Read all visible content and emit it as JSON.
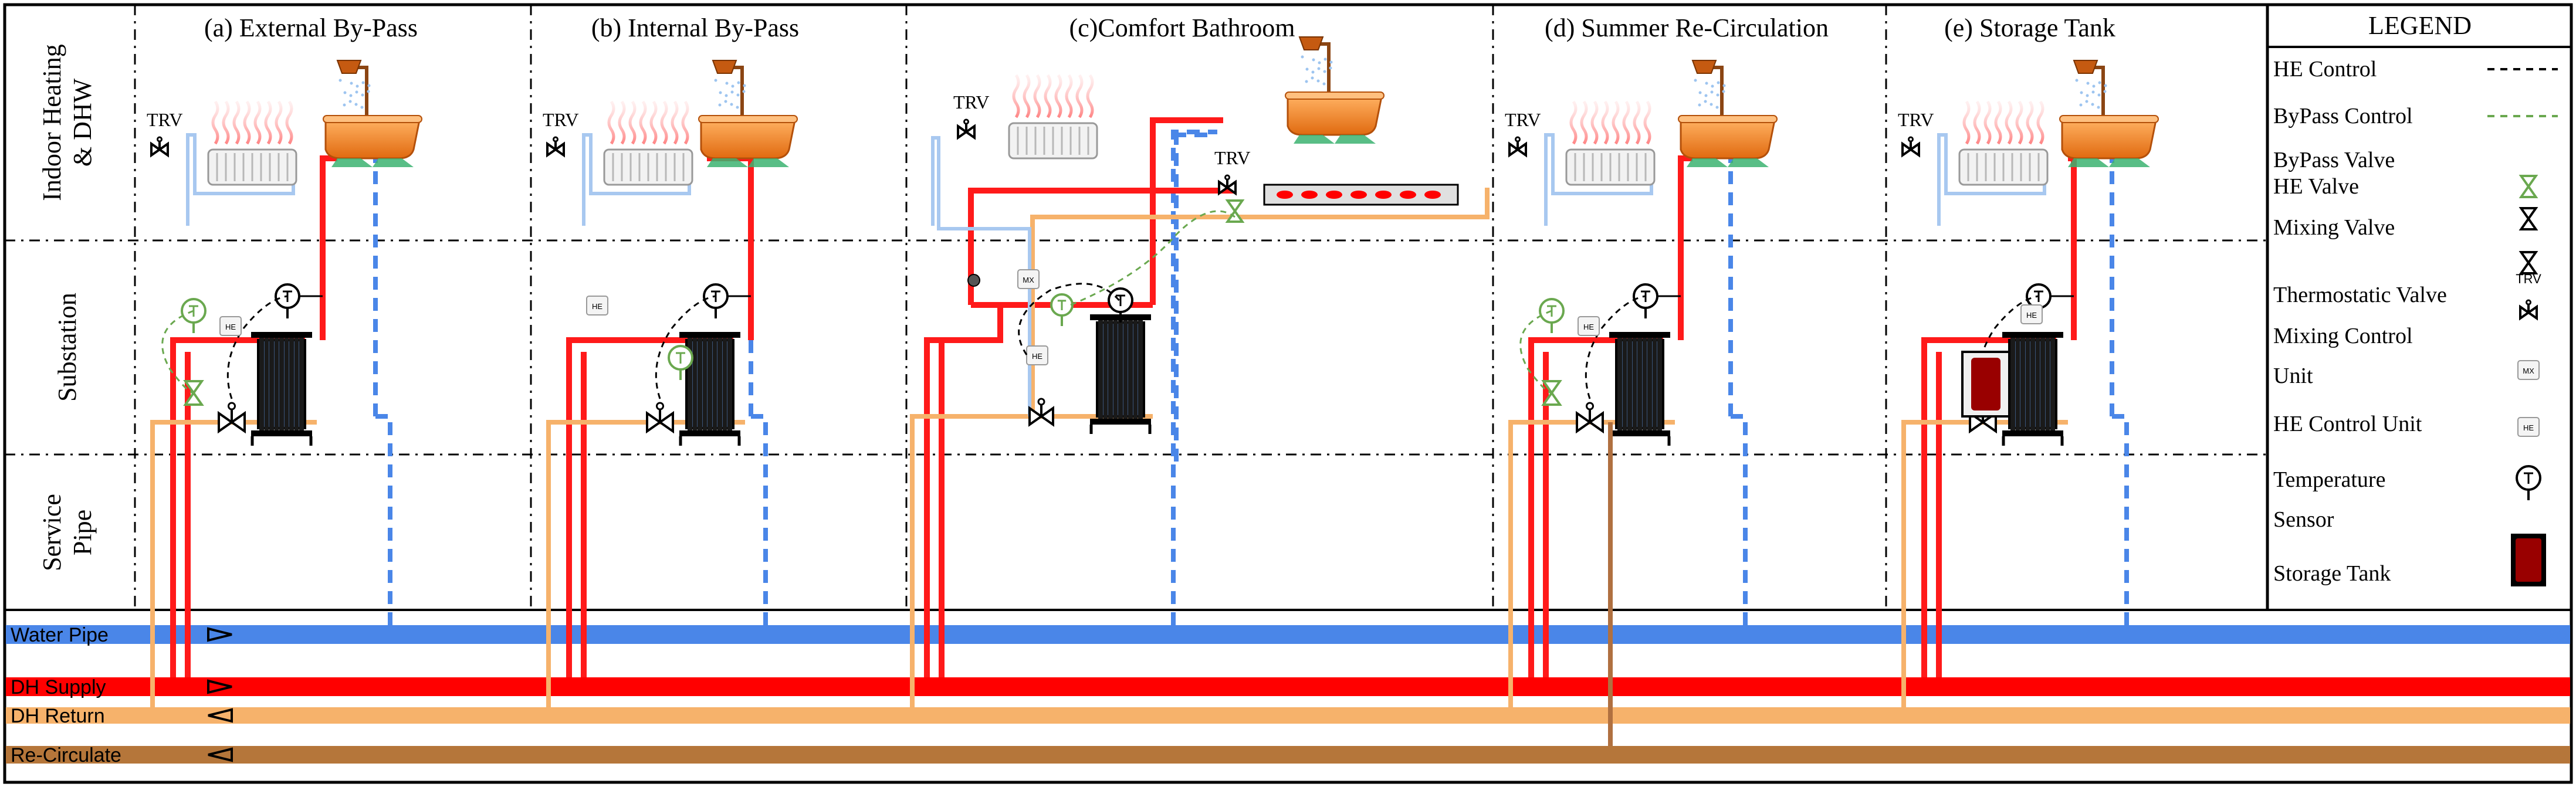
{
  "row_labels": [
    [
      "Indoor Heating",
      "& DHW"
    ],
    [
      "Substation"
    ],
    [
      "Service",
      "Pipe"
    ]
  ],
  "columns": [
    {
      "title": "(a) External By-Pass",
      "trv": "TRV",
      "variant": "external-bypass"
    },
    {
      "title": "(b) Internal By-Pass",
      "trv": "TRV",
      "variant": "internal-bypass"
    },
    {
      "title": "(c)Comfort Bathroom",
      "trv": "TRV",
      "variant": "comfort-bathroom",
      "trv2": "TRV"
    },
    {
      "title": "(d) Summer Re-Circulation",
      "trv": "TRV",
      "variant": "summer-recirculation"
    },
    {
      "title": "(e) Storage Tank",
      "trv": "TRV",
      "variant": "storage-tank"
    }
  ],
  "legend": {
    "title": "LEGEND",
    "items": [
      {
        "label": "HE Control",
        "symbol": "he-control-line"
      },
      {
        "label": "ByPass Control",
        "symbol": "bypass-control-line"
      },
      {
        "label": "ByPass Valve",
        "symbol": "bypass-valve"
      },
      {
        "label": "HE Valve",
        "symbol": "he-valve"
      },
      {
        "label": "Mixing Valve",
        "symbol": "mixing-valve"
      },
      {
        "label": "Thermostatic Valve",
        "symbol": "thermostatic-valve",
        "tag": "TRV"
      },
      {
        "label": [
          "Mixing Control",
          "Unit"
        ],
        "symbol": "mixing-control-unit",
        "tag": "MX"
      },
      {
        "label": "HE Control Unit",
        "symbol": "he-control-unit",
        "tag": "HE"
      },
      {
        "label": [
          "Temperature",
          "Sensor"
        ],
        "symbol": "temperature-sensor",
        "tag": "T"
      },
      {
        "label": "Storage Tank",
        "symbol": "storage-tank"
      }
    ]
  },
  "pipes": [
    {
      "label": "Water Pipe",
      "color": "#4a86e8",
      "direction": "right"
    },
    {
      "label": "DH Supply",
      "color": "#ff0000",
      "direction": "right"
    },
    {
      "label": "DH Return",
      "color": "#f6b26b",
      "direction": "left"
    },
    {
      "label": "Re-Circulate",
      "color": "#b5763a",
      "direction": "left"
    }
  ],
  "colors": {
    "supply": "#ff1a1a",
    "return": "#f6b26b",
    "recirculate": "#b07040",
    "water": "#4a86e8",
    "indoor_return": "#a8c8f0",
    "bypass_control": "#6aa84f",
    "he_body": "#5b8fd8",
    "tank": "#990000"
  }
}
